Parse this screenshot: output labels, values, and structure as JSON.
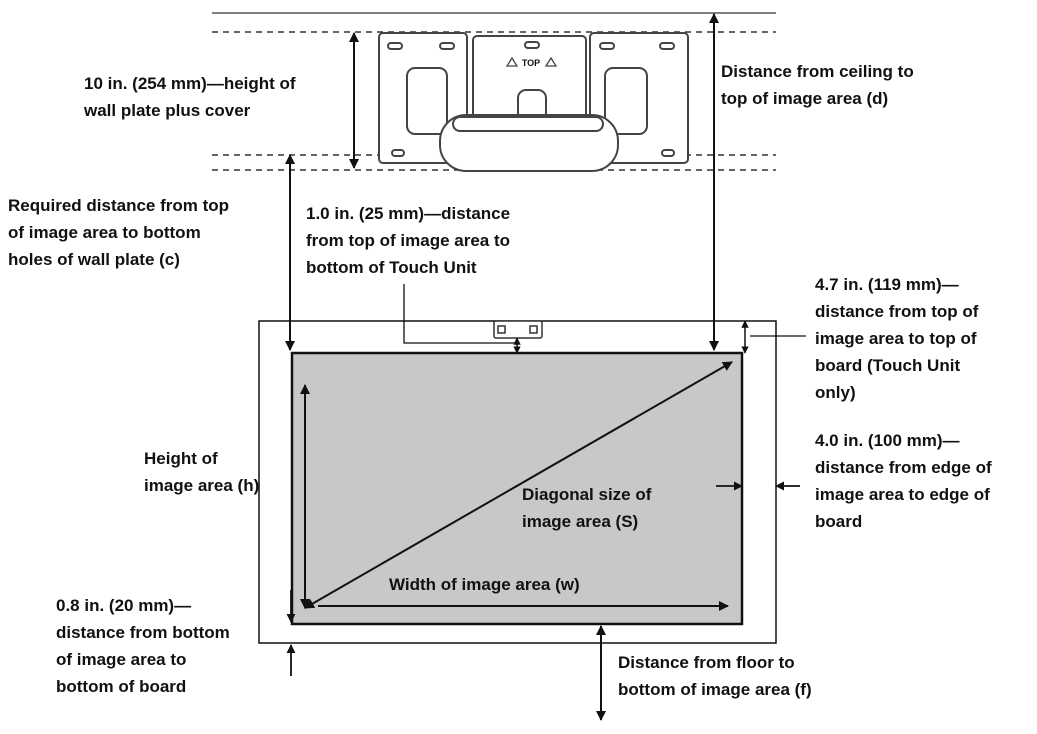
{
  "colors": {
    "ink": "#111111",
    "image_area_fill": "#c8c8c8",
    "plate_fill": "#ffffff",
    "plate_stroke": "#444444"
  },
  "wall_plate": {
    "center_label": "TOP"
  },
  "labels": {
    "plate_height": "10 in. (254 mm)—height of\nwall plate plus cover",
    "ceiling_to_top": "Distance from ceiling to\ntop of image area (d)",
    "required_distance": "Required distance from top\nof image area to bottom\nholes of wall plate (c)",
    "touch_unit_distance": "1.0 in. (25 mm)—distance\nfrom top of image area to\nbottom of Touch Unit",
    "top_to_board_top": "4.7 in. (119 mm)—\ndistance from top of\nimage area to top of\nboard (Touch Unit\nonly)",
    "edge_to_board_edge": "4.0 in. (100 mm)—\ndistance from edge of\nimage area to edge of\nboard",
    "height_of_area": "Height of\nimage area (h)",
    "diagonal": "Diagonal size of\nimage area (S)",
    "width_of_area": "Width of image area (w)",
    "bottom_to_board_bottom": "0.8 in. (20 mm)—\ndistance from bottom\nof image area to\nbottom of board",
    "floor_to_bottom": "Distance from floor to\nbottom of image area (f)"
  }
}
